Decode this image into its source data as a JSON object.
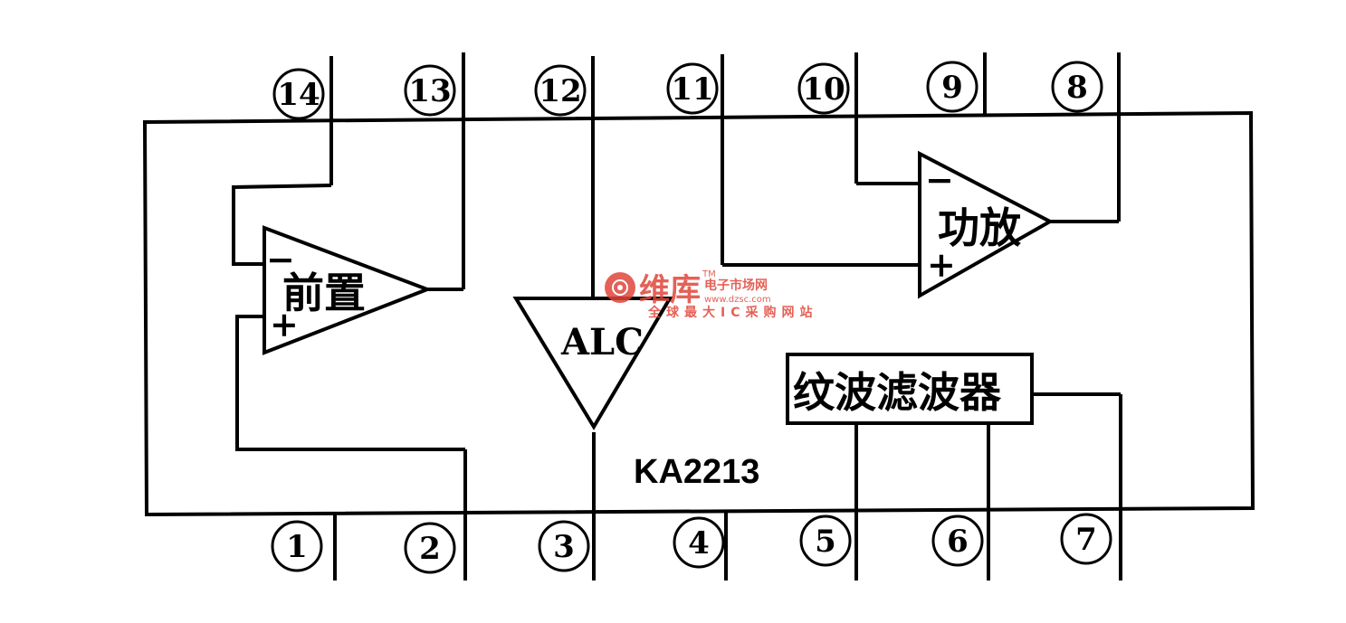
{
  "chip": {
    "model": "KA2213"
  },
  "blocks": {
    "preamp": {
      "label": "前置",
      "minus": "−",
      "plus": "+"
    },
    "poweramp": {
      "label": "功放",
      "minus": "−",
      "plus": "+"
    },
    "alc": {
      "label": "ALC"
    },
    "ripple_filter": {
      "label": "纹波滤波器"
    }
  },
  "pins": {
    "top": [
      "14",
      "13",
      "12",
      "11",
      "10",
      "9",
      "8"
    ],
    "bottom": [
      "1",
      "2",
      "3",
      "4",
      "5",
      "6",
      "7"
    ]
  },
  "watermark": {
    "brand": "维库",
    "site_cn": "电子市场网",
    "url": "www.dzsc.com",
    "slogan": "全球最大IC采购网站",
    "tm": "TM",
    "color": "#e0463a"
  }
}
